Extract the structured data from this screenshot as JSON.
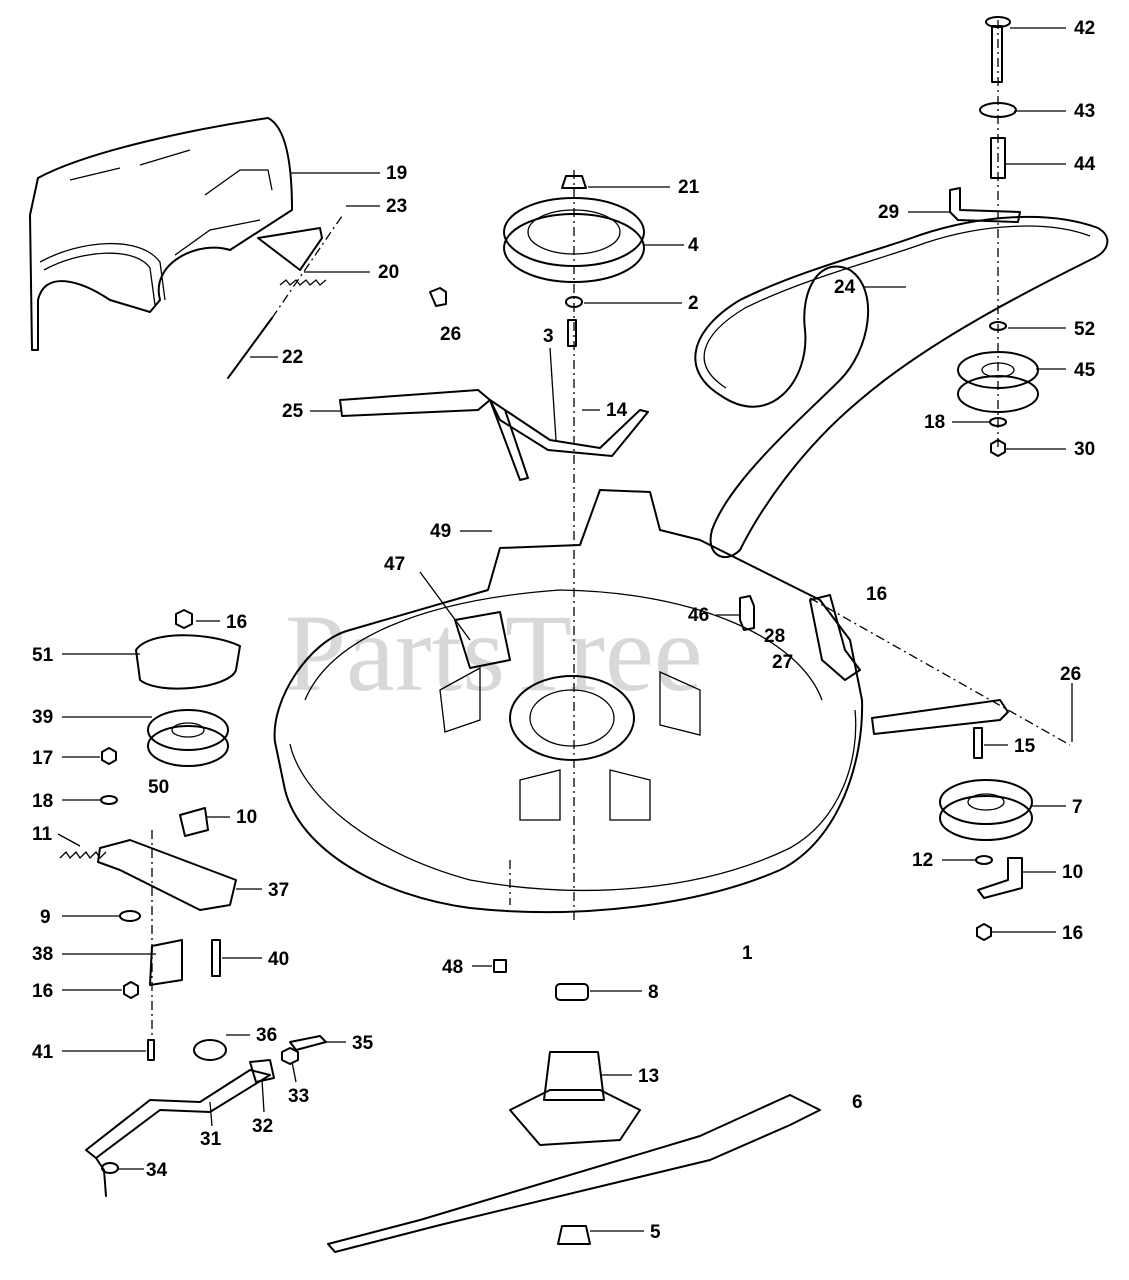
{
  "watermark": "PartsTree",
  "callouts": [
    {
      "id": "c42",
      "label": "42"
    },
    {
      "id": "c43",
      "label": "43"
    },
    {
      "id": "c44",
      "label": "44"
    },
    {
      "id": "c19",
      "label": "19"
    },
    {
      "id": "c23",
      "label": "23"
    },
    {
      "id": "c20",
      "label": "20"
    },
    {
      "id": "c22",
      "label": "22"
    },
    {
      "id": "c21",
      "label": "21"
    },
    {
      "id": "c4",
      "label": "4"
    },
    {
      "id": "c2",
      "label": "2"
    },
    {
      "id": "c29",
      "label": "29"
    },
    {
      "id": "c24",
      "label": "24"
    },
    {
      "id": "c26a",
      "label": "26"
    },
    {
      "id": "c3",
      "label": "3"
    },
    {
      "id": "c52",
      "label": "52"
    },
    {
      "id": "c45",
      "label": "45"
    },
    {
      "id": "c25",
      "label": "25"
    },
    {
      "id": "c14",
      "label": "14"
    },
    {
      "id": "c18a",
      "label": "18"
    },
    {
      "id": "c30",
      "label": "30"
    },
    {
      "id": "c49",
      "label": "49"
    },
    {
      "id": "c47",
      "label": "47"
    },
    {
      "id": "c16a",
      "label": "16"
    },
    {
      "id": "c46",
      "label": "46"
    },
    {
      "id": "c28",
      "label": "28"
    },
    {
      "id": "c27",
      "label": "27"
    },
    {
      "id": "c16b",
      "label": "16"
    },
    {
      "id": "c51",
      "label": "51"
    },
    {
      "id": "c26b",
      "label": "26"
    },
    {
      "id": "c39",
      "label": "39"
    },
    {
      "id": "c15",
      "label": "15"
    },
    {
      "id": "c17",
      "label": "17"
    },
    {
      "id": "c50",
      "label": "50"
    },
    {
      "id": "c7",
      "label": "7"
    },
    {
      "id": "c18b",
      "label": "18"
    },
    {
      "id": "c10a",
      "label": "10"
    },
    {
      "id": "c11",
      "label": "11"
    },
    {
      "id": "c12",
      "label": "12"
    },
    {
      "id": "c10b",
      "label": "10"
    },
    {
      "id": "c37",
      "label": "37"
    },
    {
      "id": "c9",
      "label": "9"
    },
    {
      "id": "c16c",
      "label": "16"
    },
    {
      "id": "c38",
      "label": "38"
    },
    {
      "id": "c40",
      "label": "40"
    },
    {
      "id": "c1",
      "label": "1"
    },
    {
      "id": "c48",
      "label": "48"
    },
    {
      "id": "c16d",
      "label": "16"
    },
    {
      "id": "c8",
      "label": "8"
    },
    {
      "id": "c41",
      "label": "41"
    },
    {
      "id": "c36",
      "label": "36"
    },
    {
      "id": "c35",
      "label": "35"
    },
    {
      "id": "c13",
      "label": "13"
    },
    {
      "id": "c33",
      "label": "33"
    },
    {
      "id": "c6",
      "label": "6"
    },
    {
      "id": "c31",
      "label": "31"
    },
    {
      "id": "c32",
      "label": "32"
    },
    {
      "id": "c34",
      "label": "34"
    },
    {
      "id": "c5",
      "label": "5"
    }
  ]
}
